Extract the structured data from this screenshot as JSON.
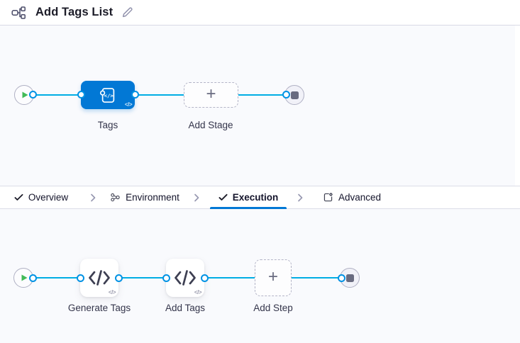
{
  "header": {
    "title": "Add Tags List"
  },
  "stage_pipeline": {
    "stage_label": "Tags",
    "stage_badge": "</>",
    "add_stage_label": "Add Stage"
  },
  "tabs": {
    "items": [
      {
        "label": "Overview",
        "icon": "check-icon",
        "active": false
      },
      {
        "label": "Environment",
        "icon": "environment-icon",
        "active": false
      },
      {
        "label": "Execution",
        "icon": "check-icon",
        "active": true
      },
      {
        "label": "Advanced",
        "icon": "advanced-icon",
        "active": false
      }
    ]
  },
  "execution_pipeline": {
    "steps": [
      {
        "label": "Generate Tags",
        "badge": "</>"
      },
      {
        "label": "Add Tags",
        "badge": "</>"
      }
    ],
    "add_step_label": "Add Step"
  },
  "colors": {
    "accent_blue": "#0278d5",
    "edge_blue": "#00ade4",
    "play_green": "#42ba57",
    "node_gray": "#696b80"
  }
}
